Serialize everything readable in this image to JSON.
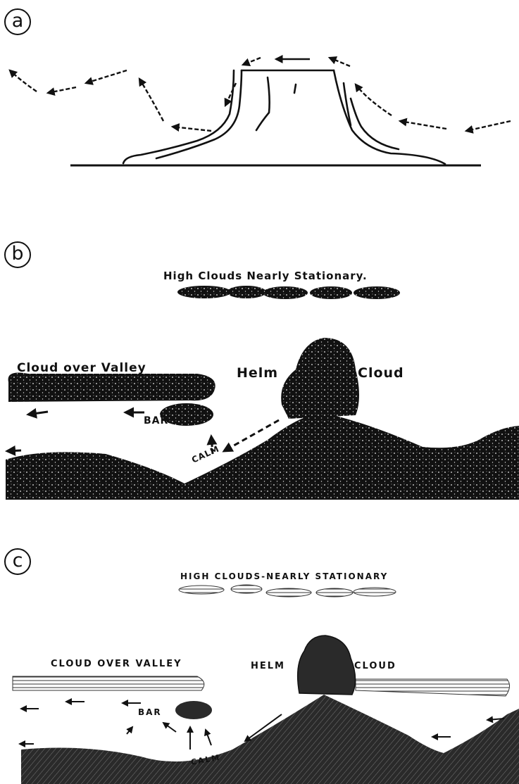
{
  "panels": [
    {
      "id": "a",
      "badge": "a"
    },
    {
      "id": "b",
      "badge": "b",
      "labels": {
        "high_clouds": "High Clouds Nearly Stationary.",
        "cloud_over_valley": "Cloud over Valley",
        "helm": "Helm",
        "cloud": "Cloud",
        "bar": "BAR",
        "calm": "CALM"
      }
    },
    {
      "id": "c",
      "badge": "c",
      "labels": {
        "high_clouds": "HIGH CLOUDS-NEARLY STATIONARY",
        "cloud_over_valley": "CLOUD OVER VALLEY",
        "helm": "HELM",
        "cloud": "CLOUD",
        "bar": "BAR",
        "calm": "CALM"
      }
    }
  ]
}
